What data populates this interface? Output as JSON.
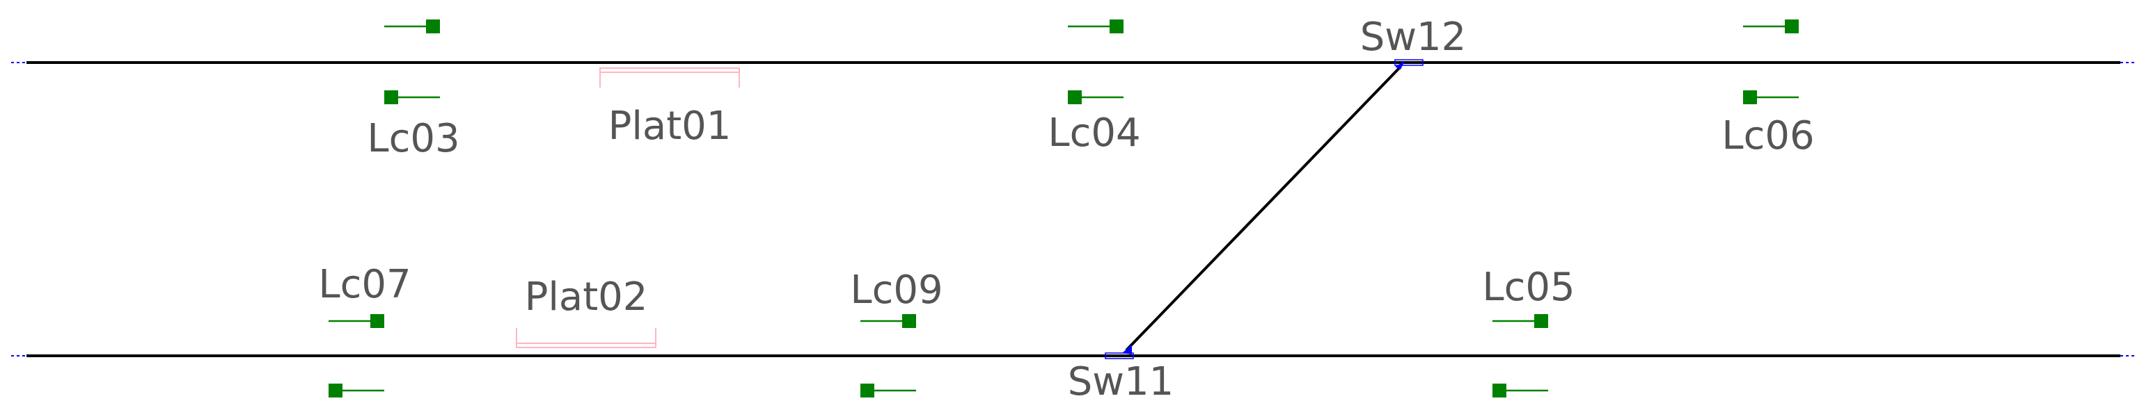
{
  "colors": {
    "background": "#ffffff",
    "track": "#000000",
    "signal": "#008000",
    "platform": "#ffb6c1",
    "switch_marker": "#0000ff",
    "label": "#555555"
  },
  "tracks": [
    {
      "id": "upper-track"
    },
    {
      "id": "lower-track"
    }
  ],
  "signals": [
    {
      "id": "upper-top-1"
    },
    {
      "id": "upper-top-2"
    },
    {
      "id": "upper-top-3"
    },
    {
      "id": "Lc03",
      "label": "Lc03"
    },
    {
      "id": "Lc04",
      "label": "Lc04"
    },
    {
      "id": "Lc06",
      "label": "Lc06"
    },
    {
      "id": "Lc07",
      "label": "Lc07"
    },
    {
      "id": "Lc09",
      "label": "Lc09"
    },
    {
      "id": "Lc05",
      "label": "Lc05"
    },
    {
      "id": "lower-bottom-1"
    },
    {
      "id": "lower-bottom-2"
    },
    {
      "id": "lower-bottom-3"
    }
  ],
  "platforms": [
    {
      "id": "Plat01",
      "label": "Plat01"
    },
    {
      "id": "Plat02",
      "label": "Plat02"
    }
  ],
  "switches": [
    {
      "id": "Sw12",
      "label": "Sw12"
    },
    {
      "id": "Sw11",
      "label": "Sw11"
    }
  ]
}
